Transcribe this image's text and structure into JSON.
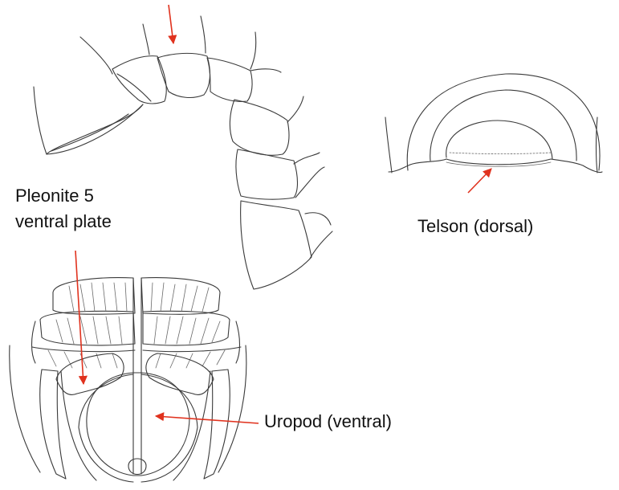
{
  "labels": {
    "pleonite_line1": "Pleonite 5",
    "pleonite_line2": "ventral plate",
    "telson": "Telson (dorsal)",
    "uropod": "Uropod (ventral)"
  },
  "colors": {
    "arrow": "#e0321e",
    "ink": "#3a3a3a",
    "background": "#ffffff"
  }
}
